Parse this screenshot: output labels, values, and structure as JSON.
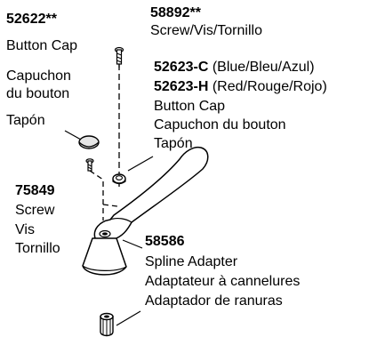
{
  "parts": [
    {
      "id": "52622",
      "part_number": "52622**",
      "lines": [
        "Button Cap",
        "Capuchon",
        "du bouton",
        "Tapón"
      ]
    },
    {
      "id": "58892",
      "part_number": "58892**",
      "lines": [
        "Screw/Vis/Tornillo"
      ]
    },
    {
      "id": "52623",
      "variants": [
        {
          "part_number": "52623-C",
          "color": "(Blue/Bleu/Azul)"
        },
        {
          "part_number": "52623-H",
          "color": "(Red/Rouge/Rojo)"
        }
      ],
      "lines": [
        "Button Cap",
        "Capuchon du bouton",
        "Tapón"
      ]
    },
    {
      "id": "75849",
      "part_number": "75849",
      "lines": [
        "Screw",
        "Vis",
        "Tornillo"
      ]
    },
    {
      "id": "58586",
      "part_number": "58586",
      "lines": [
        "Spline Adapter",
        "Adaptateur à cannelures",
        "Adaptador de ranuras"
      ]
    }
  ],
  "colors": {
    "ink": "#000000",
    "part_fill": "#ffffff",
    "shade": "#e6e6e6"
  }
}
